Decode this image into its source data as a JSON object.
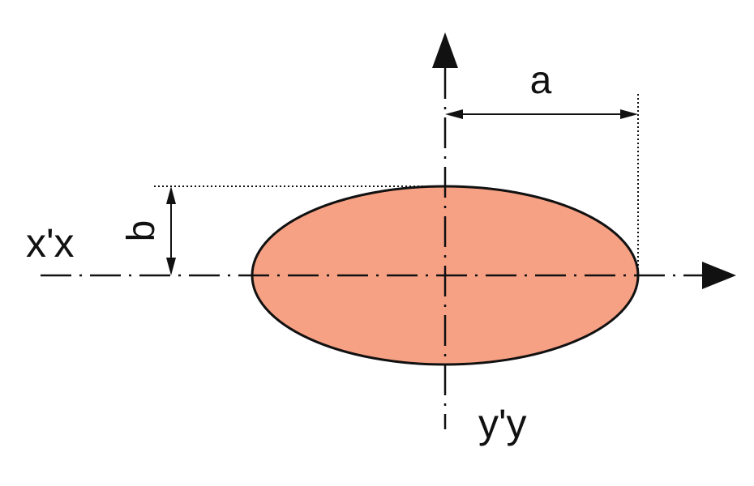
{
  "diagram": {
    "labels": {
      "semi_major": "a",
      "semi_minor": "b",
      "horizontal_axis": "x'x",
      "vertical_axis": "y'y"
    },
    "colors": {
      "ellipse_fill": "#f7a184",
      "outline": "#111111",
      "background": "#ffffff"
    }
  }
}
